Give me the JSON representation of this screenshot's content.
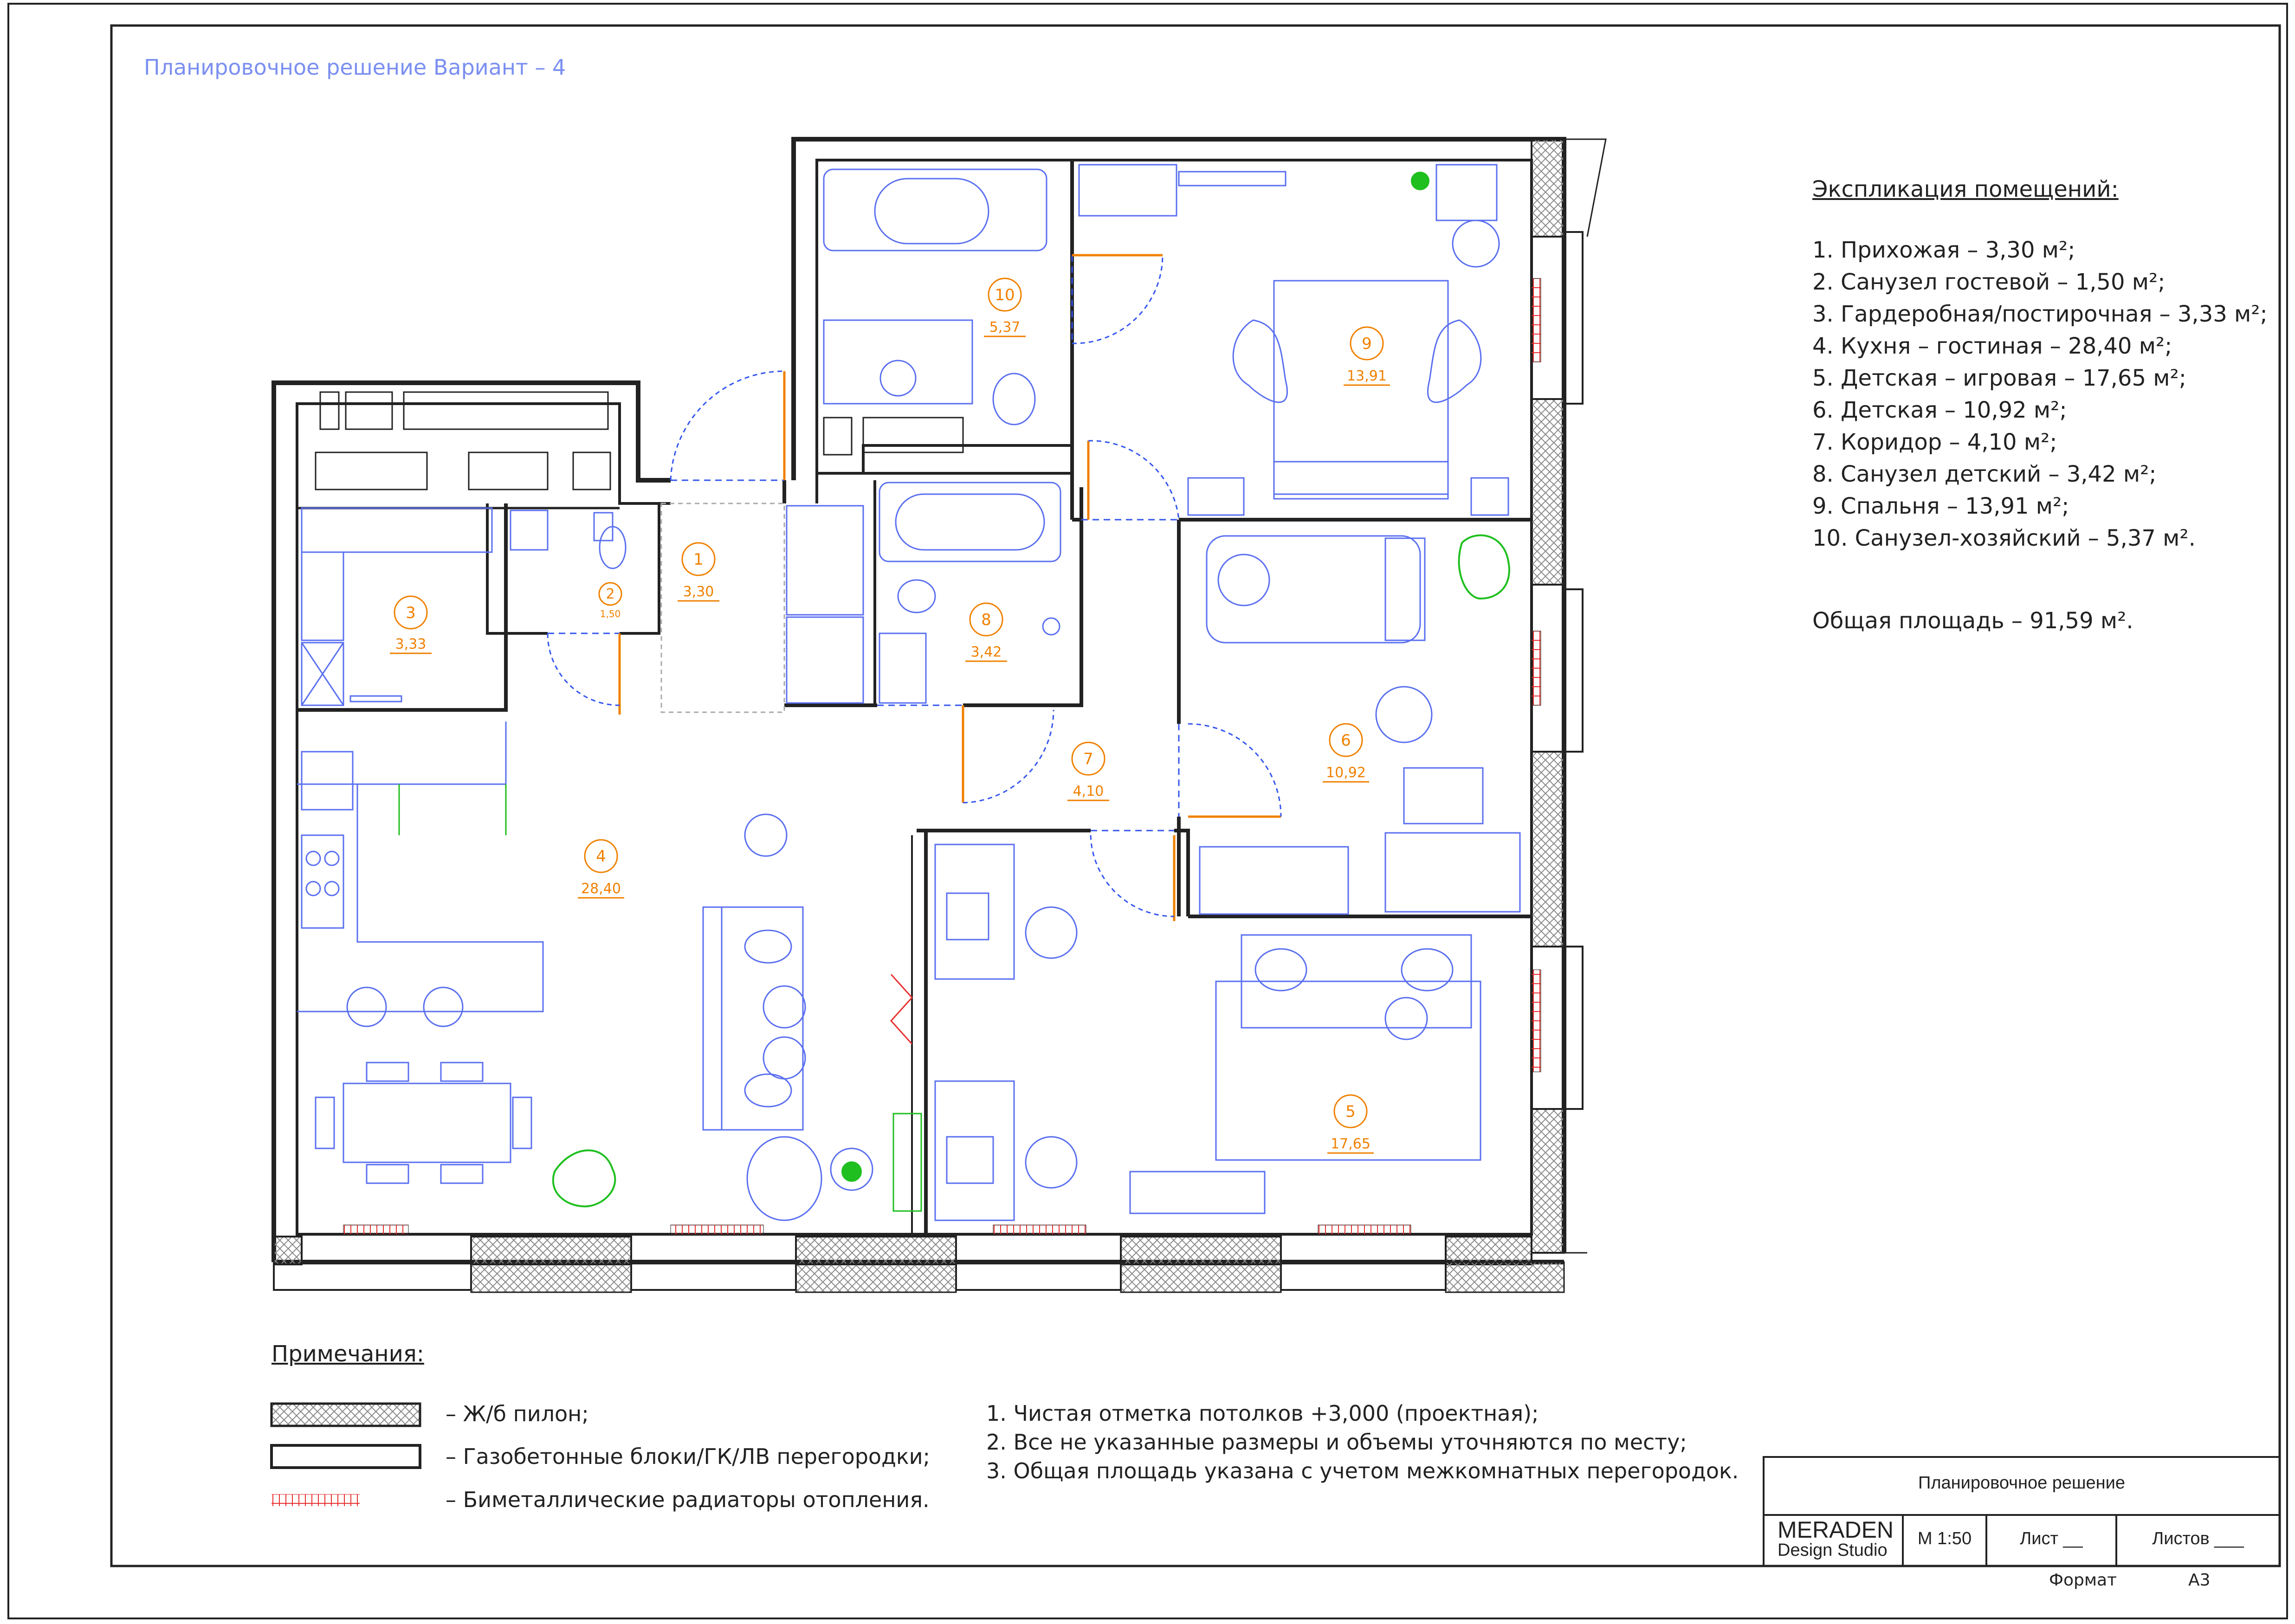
{
  "title": "Планировочное решение Вариант – 4",
  "explication": {
    "heading": "Экспликация помещений:",
    "items": [
      "1. Прихожая – 3,30 м²;",
      "2. Санузел гостевой – 1,50 м²;",
      "3. Гардеробная/постирочная – 3,33 м²;",
      "4. Кухня – гостиная  – 28,40 м²;",
      "5. Детская – игровая – 17,65 м²;",
      "6. Детская – 10,92 м²;",
      "7. Коридор – 4,10 м²;",
      "8. Санузел детский – 3,42 м²;",
      "9. Спальня – 13,91 м²;",
      "10. Санузел-хозяйский – 5,37 м²."
    ],
    "total": "Общая площадь – 91,59 м²."
  },
  "rooms": [
    {
      "num": "1",
      "area": "3,30"
    },
    {
      "num": "2",
      "area": "1,50"
    },
    {
      "num": "3",
      "area": "3,33"
    },
    {
      "num": "4",
      "area": "28,40"
    },
    {
      "num": "5",
      "area": "17,65"
    },
    {
      "num": "6",
      "area": "10,92"
    },
    {
      "num": "7",
      "area": "4,10"
    },
    {
      "num": "8",
      "area": "3,42"
    },
    {
      "num": "9",
      "area": "13,91"
    },
    {
      "num": "10",
      "area": "5,37"
    }
  ],
  "notes": {
    "heading": "Примечания:",
    "legend": [
      "– Ж/б пилон;",
      "– Газобетонные блоки/ГК/ЛВ перегородки;",
      "– Биметаллические радиаторы отопления."
    ],
    "items": [
      "1. Чистая отметка потолков +3,000 (проектная);",
      "2. Все не указанные размеры и объемы уточняются по месту;",
      "3. Общая площадь указана с учетом межкомнатных перегородок."
    ]
  },
  "title_block": {
    "sheet_title": "Планировочное решение",
    "brand": "MERADEN",
    "brand_sub": "Design Studio",
    "scale": "М 1:50",
    "sheet": "Лист __",
    "sheets": "Листов ___",
    "format_label": "Формат",
    "format_value": "А3"
  },
  "colors": {
    "wall": "#222222",
    "furniture": "#5a6ff0",
    "room_label": "#f08000",
    "radiator": "#e83030",
    "plant": "#1fbf1f",
    "door": "#f08000"
  }
}
